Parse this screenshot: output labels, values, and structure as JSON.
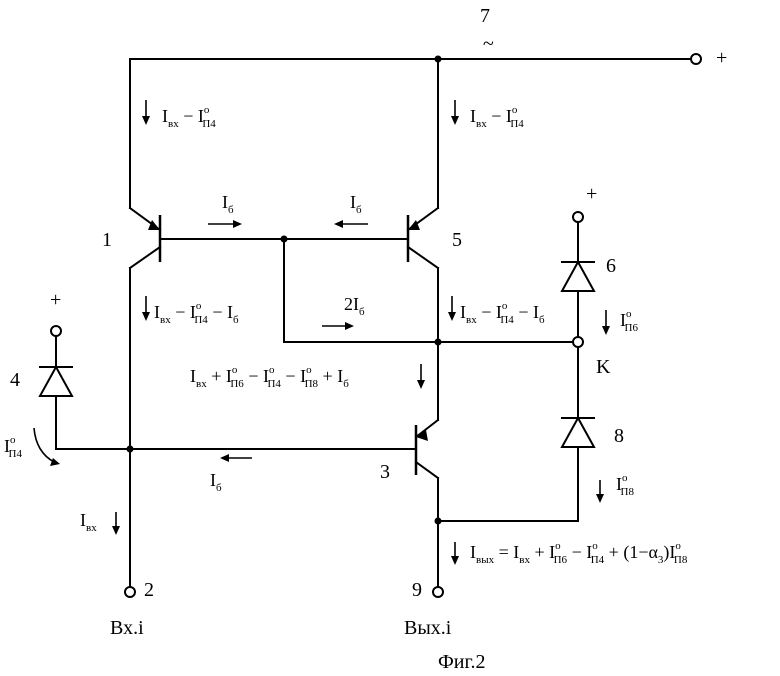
{
  "node_labels": {
    "n7": "7",
    "n1": "1",
    "n5": "5",
    "n6": "6",
    "nK": "K",
    "n4": "4",
    "n3": "3",
    "n8": "8",
    "n2": "2",
    "n9": "9"
  },
  "supply": {
    "plus": "+",
    "tilde": "~"
  },
  "currents": {
    "left_top": {
      "main": "I",
      "sub1": "вх",
      "op": " − ",
      "main2": "I",
      "sup2": "o",
      "sub2": "П4"
    },
    "right_top": {
      "main": "I",
      "sub1": "вх",
      "op": " − ",
      "main2": "I",
      "sup2": "o",
      "sub2": "П4"
    },
    "ib_left": {
      "main": "I",
      "sub": "б"
    },
    "ib_right": {
      "main": "I",
      "sub": "б"
    },
    "left_mid": {
      "a": "I",
      "a_sub": "вх",
      "op1": " − ",
      "b": "I",
      "b_sup": "o",
      "b_sub": "П4",
      "op2": " − ",
      "c": "I",
      "c_sub": "б"
    },
    "two_ib": {
      "main": "2I",
      "sub": "б"
    },
    "right_mid": {
      "a": "I",
      "a_sub": "вх",
      "op1": " − ",
      "b": "I",
      "b_sup": "o",
      "b_sub": "П4",
      "op2": " − ",
      "c": "I",
      "c_sub": "б"
    },
    "ip6": {
      "main": "I",
      "sup": "o",
      "sub": "П6"
    },
    "center_long": {
      "a": "I",
      "a_sub": "вх",
      "op1": " + ",
      "b": "I",
      "b_sup": "o",
      "b_sub": "П6",
      "op2": " − ",
      "c": "I",
      "c_sup": "o",
      "c_sub": "П4",
      "op3": " − ",
      "d": "I",
      "d_sup": "o",
      "d_sub": "П8",
      "op4": " + ",
      "e": "I",
      "e_sub": "б"
    },
    "ip4": {
      "main": "I",
      "sup": "o",
      "sub": "П4"
    },
    "ib_bottom": {
      "main": "I",
      "sub": "б"
    },
    "ip8": {
      "main": "I",
      "sup": "o",
      "sub": "П8"
    },
    "i_in": {
      "main": "I",
      "sub": "вх"
    },
    "i_out": {
      "lhs": "I",
      "lhs_sub": "вых",
      "eq": " = ",
      "a": "I",
      "a_sub": "вх",
      "op1": " + ",
      "b": "I",
      "b_sup": "o",
      "b_sub": "П6",
      "op2": " − ",
      "c": "I",
      "c_sup": "o",
      "c_sub": "П4",
      "op3": " + ",
      "paren": "(1−α",
      "alpha_sub": "3",
      "paren_close": ")",
      "d": "I",
      "d_sup": "o",
      "d_sub": "П8"
    }
  },
  "terminals": {
    "input": "Вх.i",
    "output": "Вых.i"
  },
  "caption": "Фиг.2"
}
